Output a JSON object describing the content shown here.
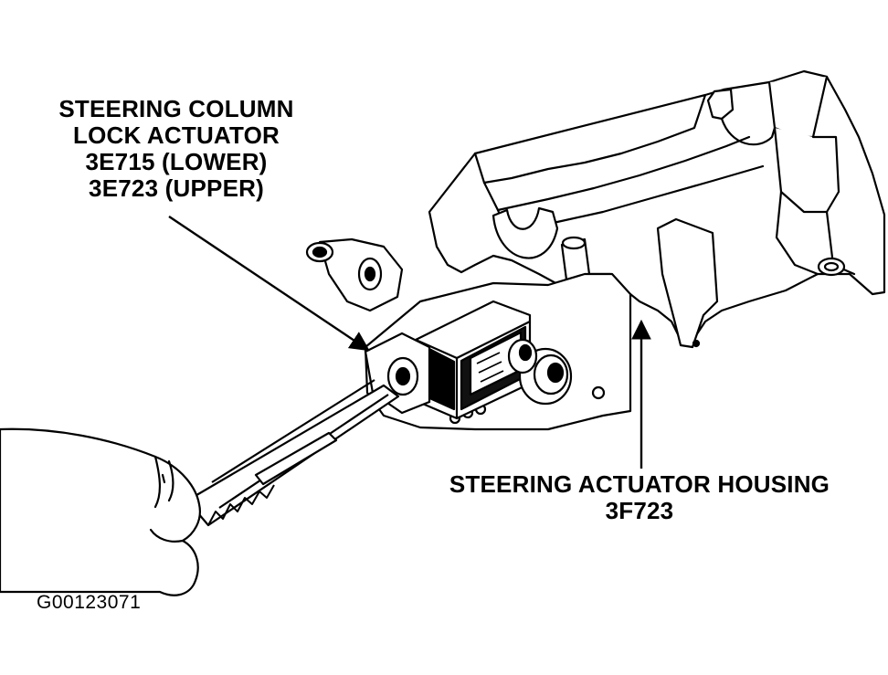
{
  "labels": {
    "lock_actuator": {
      "line1": "STEERING COLUMN",
      "line2": "LOCK ACTUATOR",
      "line3": "3E715 (LOWER)",
      "line4": "3E723 (UPPER)"
    },
    "housing": {
      "line1": "STEERING ACTUATOR HOUSING",
      "line2": "3F723"
    },
    "figure_id": "G00123071"
  },
  "colors": {
    "ink": "#000000",
    "paper": "#ffffff"
  }
}
